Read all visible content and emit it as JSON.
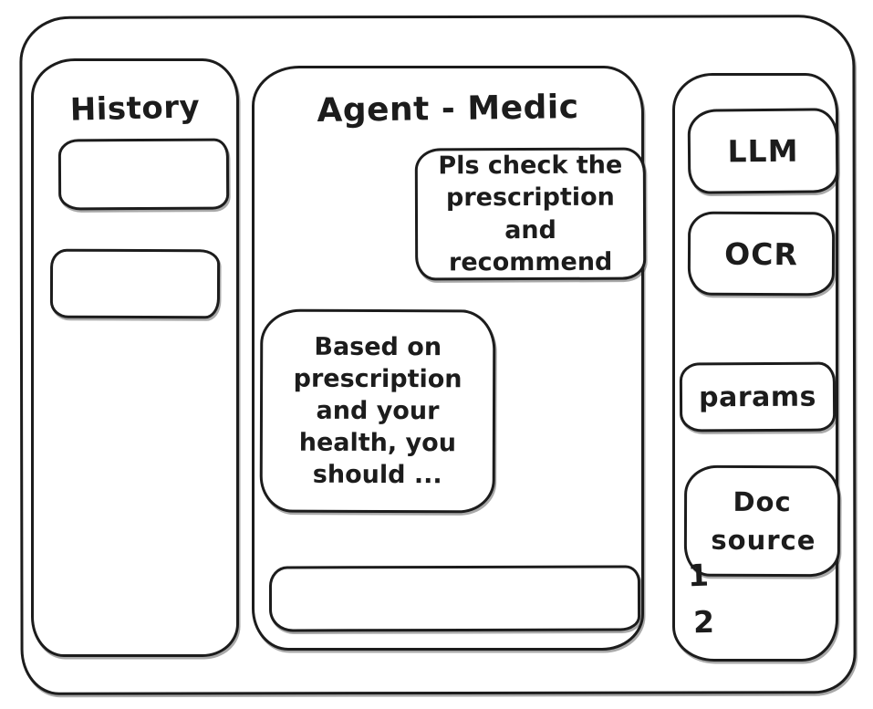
{
  "colors": {
    "ink": "#1c1c1c",
    "background": "#ffffff"
  },
  "history_panel": {
    "title": "History",
    "items": [
      {
        "label": ""
      },
      {
        "label": ""
      }
    ]
  },
  "chat_panel": {
    "title": "Agent - Medic",
    "messages": [
      {
        "role": "user",
        "text": "Pls check the prescription and recommend"
      },
      {
        "role": "assistant",
        "text": "Based on prescription and your health, you should ..."
      }
    ],
    "input": {
      "value": "",
      "placeholder": ""
    }
  },
  "tools_panel": {
    "buttons": [
      {
        "label": "LLM"
      },
      {
        "label": "OCR"
      },
      {
        "label": "params"
      },
      {
        "label": "Doc source"
      }
    ],
    "doc_list": [
      "1",
      "2"
    ]
  }
}
